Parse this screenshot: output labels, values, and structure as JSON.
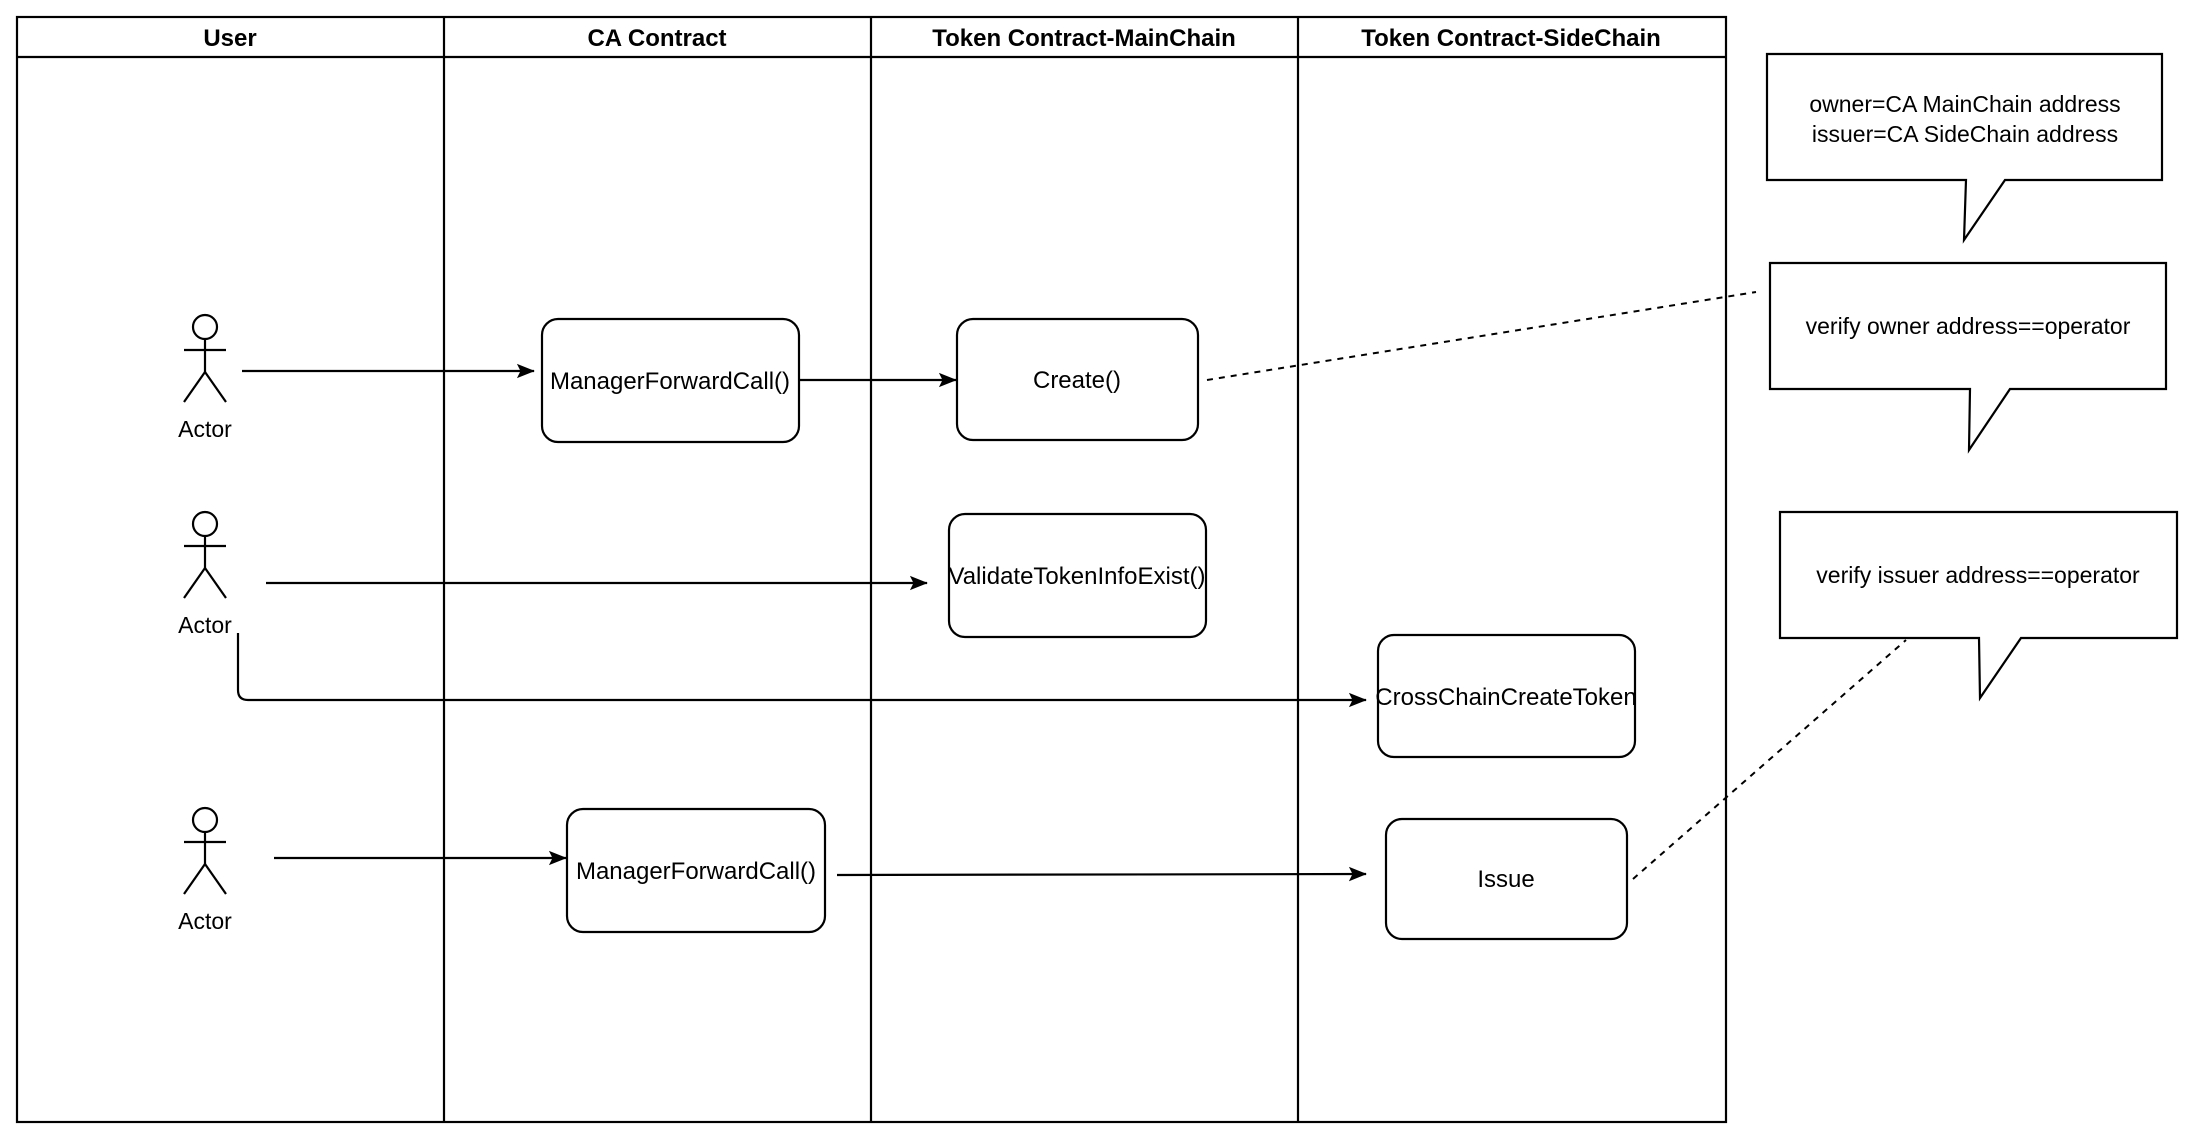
{
  "lanes": [
    {
      "title": "User"
    },
    {
      "title": "CA Contract"
    },
    {
      "title": "Token Contract-MainChain"
    },
    {
      "title": "Token Contract-SideChain"
    }
  ],
  "actors": [
    {
      "label": "Actor"
    },
    {
      "label": "Actor"
    },
    {
      "label": "Actor"
    }
  ],
  "nodes": {
    "manager_forward_call_1": "ManagerForwardCall()",
    "create": "Create()",
    "validate_token_info_exist": "ValidateTokenInfoExist()",
    "cross_chain_create_token": "CrossChainCreateToken",
    "manager_forward_call_2": "ManagerForwardCall()",
    "issue": "Issue"
  },
  "notes": {
    "owner_issuer": {
      "line1": "owner=CA MainChain address",
      "line2": "issuer=CA SideChain address"
    },
    "verify_owner": "verify owner address==operator",
    "verify_issuer": "verify issuer address==operator"
  },
  "colors": {
    "stroke": "#000000",
    "background": "#ffffff"
  }
}
